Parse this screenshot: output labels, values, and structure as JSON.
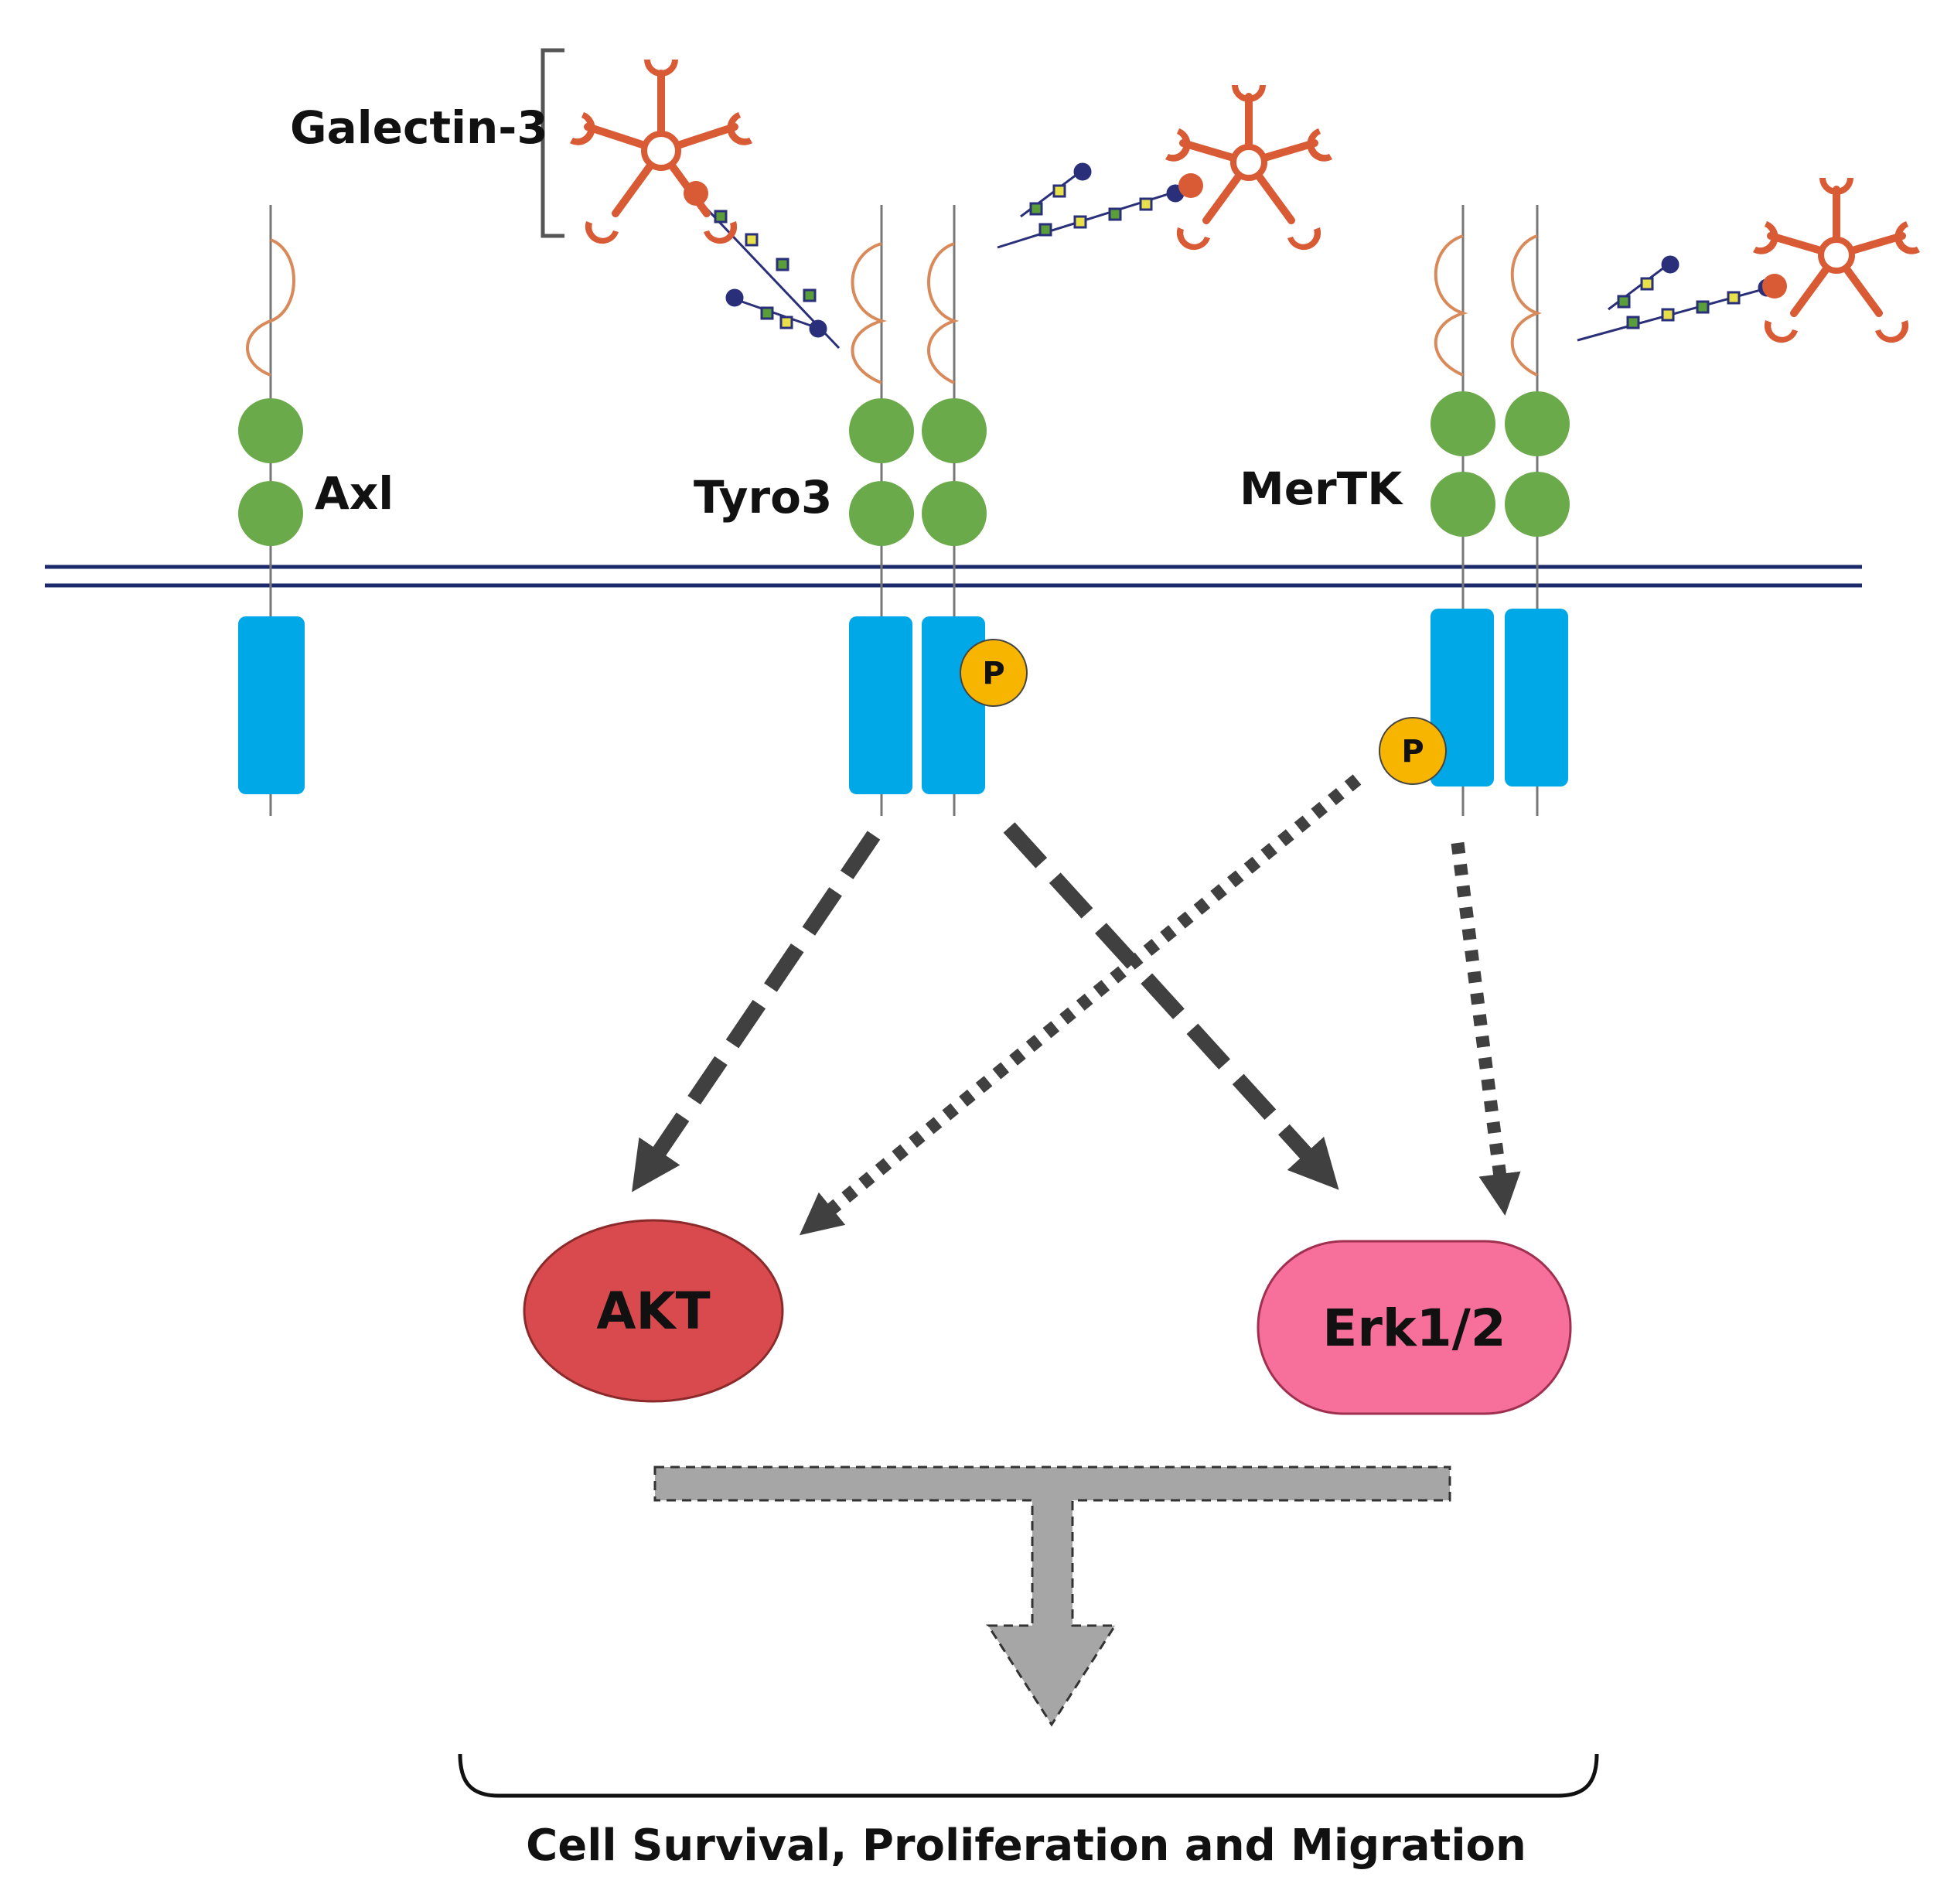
{
  "labels": {
    "galectin": "Galectin-3",
    "axl": "Axl",
    "tyro3": "Tyro3",
    "mertk": "MerTK",
    "akt": "AKT",
    "erk": "Erk1/2",
    "outcome": "Cell Survival, Proliferation and Migration",
    "phospho": "P"
  },
  "colors": {
    "domain_green": "#6aaa4a",
    "kinase_blue": "#00a8e8",
    "phospho_yellow": "#f7b500",
    "membrane": "#1b2a6b",
    "galectin_orange": "#d95b35",
    "akt_red": "#d94a4e",
    "erk_pink": "#f76f9b",
    "arrow_dark": "#404040",
    "arrow_grey": "#a6a6a6",
    "glycan_green": "#5a9e3a",
    "glycan_yellow": "#e8e04a",
    "glycan_navy": "#2a2f7a"
  },
  "icons": {
    "galectin": "galectin-3-pentamer-icon",
    "glycan": "glycan-chain-icon"
  }
}
